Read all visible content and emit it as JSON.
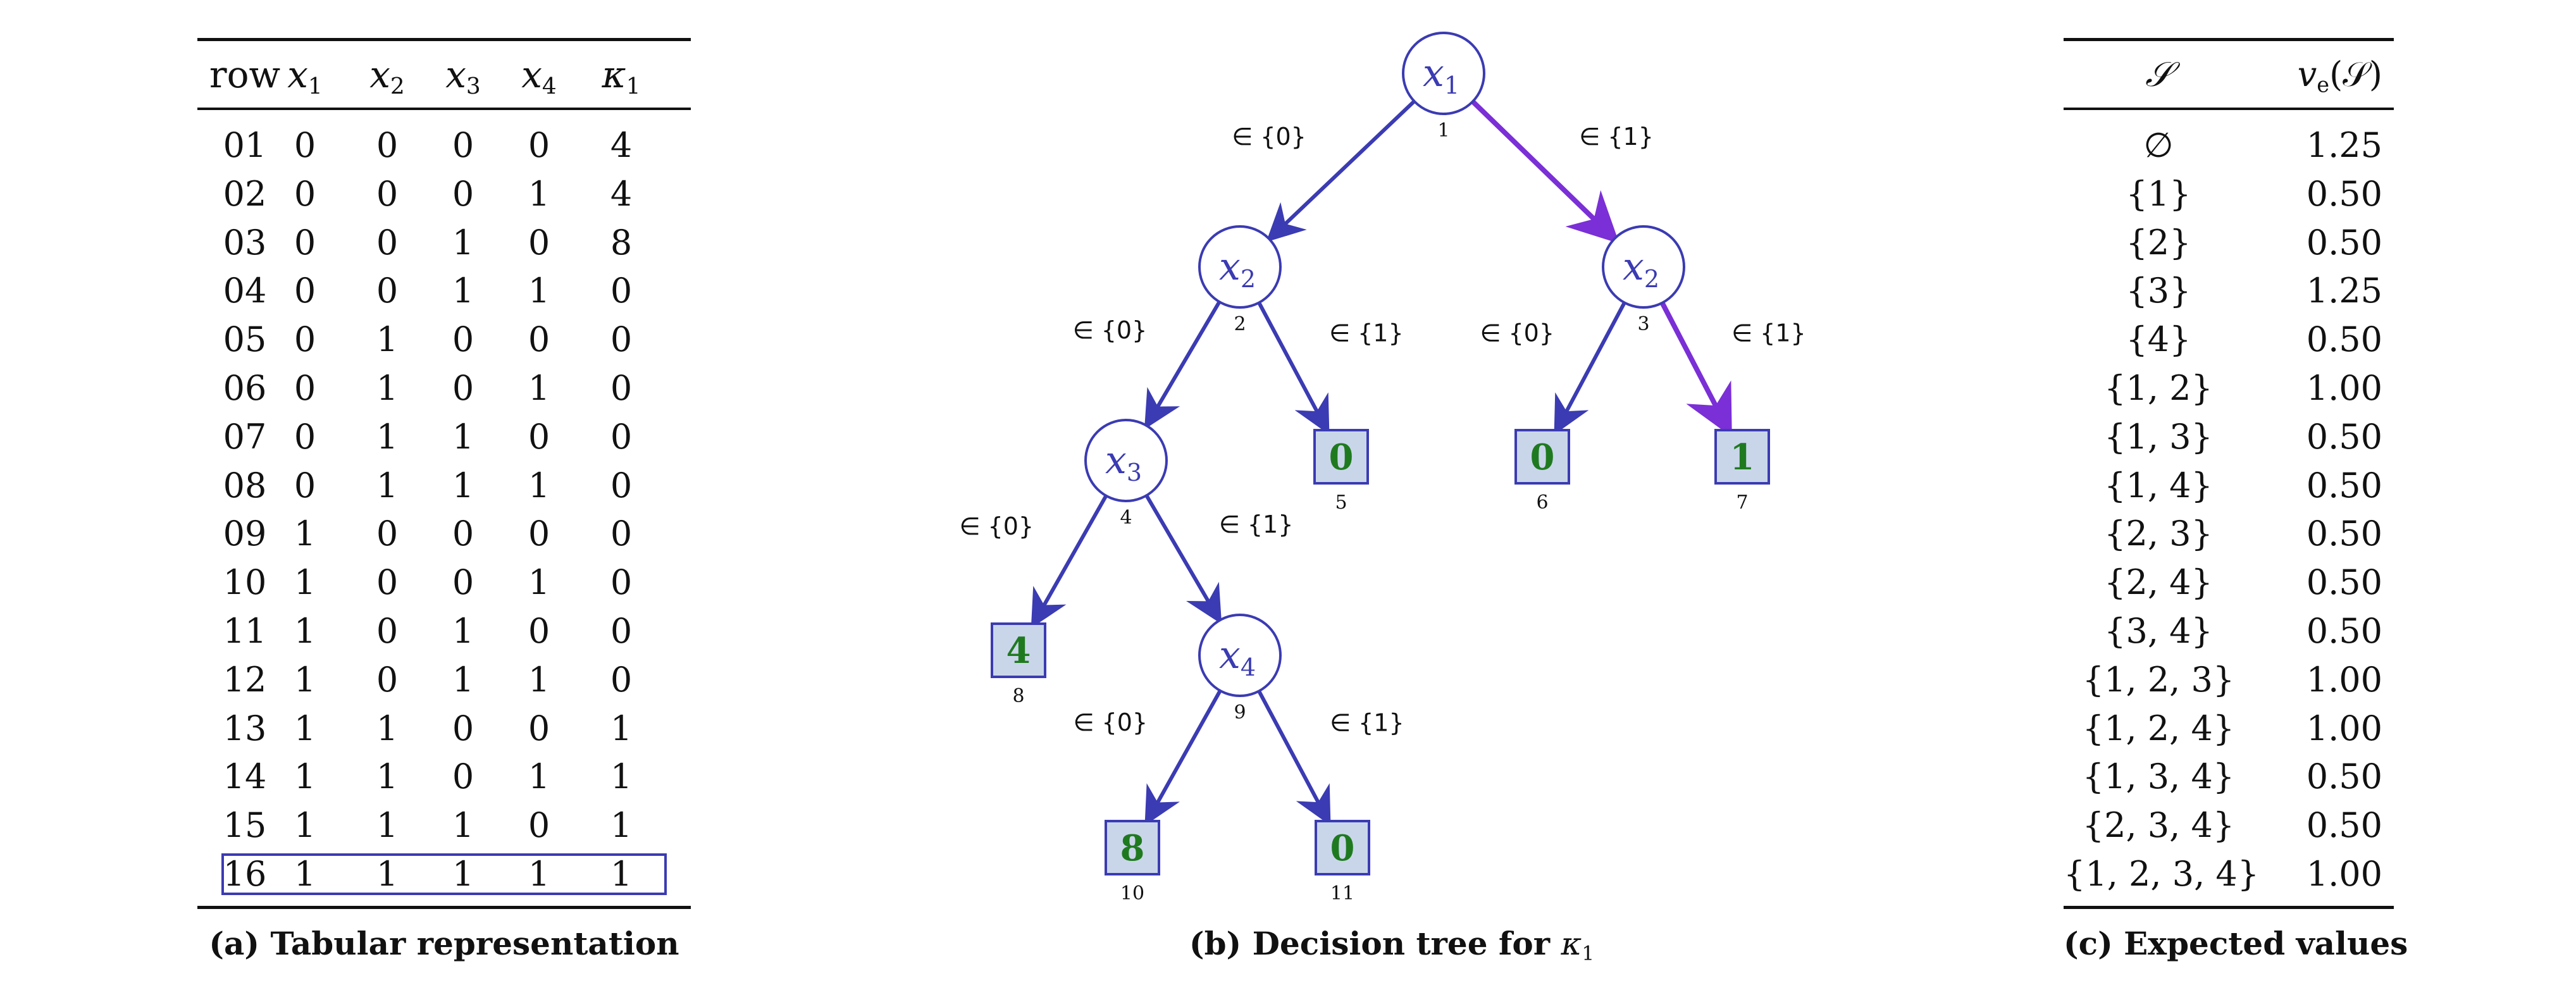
{
  "panel_a": {
    "caption": "(a) Tabular representation",
    "headers": [
      {
        "base": "row",
        "sub": ""
      },
      {
        "base": "x",
        "sub": "1"
      },
      {
        "base": "x",
        "sub": "2"
      },
      {
        "base": "x",
        "sub": "3"
      },
      {
        "base": "x",
        "sub": "4"
      },
      {
        "base": "κ",
        "sub": "1"
      }
    ],
    "rows": [
      [
        "01",
        "0",
        "0",
        "0",
        "0",
        "4"
      ],
      [
        "02",
        "0",
        "0",
        "0",
        "1",
        "4"
      ],
      [
        "03",
        "0",
        "0",
        "1",
        "0",
        "8"
      ],
      [
        "04",
        "0",
        "0",
        "1",
        "1",
        "0"
      ],
      [
        "05",
        "0",
        "1",
        "0",
        "0",
        "0"
      ],
      [
        "06",
        "0",
        "1",
        "0",
        "1",
        "0"
      ],
      [
        "07",
        "0",
        "1",
        "1",
        "0",
        "0"
      ],
      [
        "08",
        "0",
        "1",
        "1",
        "1",
        "0"
      ],
      [
        "09",
        "1",
        "0",
        "0",
        "0",
        "0"
      ],
      [
        "10",
        "1",
        "0",
        "0",
        "1",
        "0"
      ],
      [
        "11",
        "1",
        "0",
        "1",
        "0",
        "0"
      ],
      [
        "12",
        "1",
        "0",
        "1",
        "1",
        "0"
      ],
      [
        "13",
        "1",
        "1",
        "0",
        "0",
        "1"
      ],
      [
        "14",
        "1",
        "1",
        "0",
        "1",
        "1"
      ],
      [
        "15",
        "1",
        "1",
        "1",
        "0",
        "1"
      ],
      [
        "16",
        "1",
        "1",
        "1",
        "1",
        "1"
      ]
    ],
    "highlight_row": "16"
  },
  "panel_b": {
    "caption_prefix": "(b) Decision tree for",
    "caption_var": "κ",
    "caption_sub": "1",
    "nodes": [
      {
        "id": "1",
        "kind": "decision",
        "var": "x",
        "sub": "1"
      },
      {
        "id": "2",
        "kind": "decision",
        "var": "x",
        "sub": "2"
      },
      {
        "id": "3",
        "kind": "decision",
        "var": "x",
        "sub": "2"
      },
      {
        "id": "4",
        "kind": "decision",
        "var": "x",
        "sub": "3"
      },
      {
        "id": "5",
        "kind": "leaf",
        "value": "0"
      },
      {
        "id": "6",
        "kind": "leaf",
        "value": "0"
      },
      {
        "id": "7",
        "kind": "leaf",
        "value": "1"
      },
      {
        "id": "8",
        "kind": "leaf",
        "value": "4"
      },
      {
        "id": "9",
        "kind": "decision",
        "var": "x",
        "sub": "4"
      },
      {
        "id": "10",
        "kind": "leaf",
        "value": "8"
      },
      {
        "id": "11",
        "kind": "leaf",
        "value": "0"
      }
    ],
    "edges": [
      {
        "from": "1",
        "to": "2",
        "label": "∈ {0}",
        "highlight": false
      },
      {
        "from": "1",
        "to": "3",
        "label": "∈ {1}",
        "highlight": true
      },
      {
        "from": "2",
        "to": "4",
        "label": "∈ {0}",
        "highlight": false
      },
      {
        "from": "2",
        "to": "5",
        "label": "∈ {1}",
        "highlight": false
      },
      {
        "from": "3",
        "to": "6",
        "label": "∈ {0}",
        "highlight": false
      },
      {
        "from": "3",
        "to": "7",
        "label": "∈ {1}",
        "highlight": true
      },
      {
        "from": "4",
        "to": "8",
        "label": "∈ {0}",
        "highlight": false
      },
      {
        "from": "4",
        "to": "9",
        "label": "∈ {1}",
        "highlight": false
      },
      {
        "from": "9",
        "to": "10",
        "label": "∈ {0}",
        "highlight": false
      },
      {
        "from": "9",
        "to": "11",
        "label": "∈ {1}",
        "highlight": false
      }
    ],
    "colors": {
      "edge": "#3b3bb3",
      "edge_highlight": "#7b2fd6",
      "node_stroke": "#3b3bb3",
      "leaf_fill": "#c9d6ea",
      "leaf_text": "#1f7a1f"
    }
  },
  "panel_c": {
    "caption": "(c) Expected values",
    "header_set": "𝒮",
    "header_val_base": "v",
    "header_val_sub": "e",
    "header_val_arg": "(𝒮)",
    "rows": [
      {
        "set": "∅",
        "value": "1.25"
      },
      {
        "set": "{1}",
        "value": "0.50"
      },
      {
        "set": "{2}",
        "value": "0.50"
      },
      {
        "set": "{3}",
        "value": "1.25"
      },
      {
        "set": "{4}",
        "value": "0.50"
      },
      {
        "set": "{1, 2}",
        "value": "1.00"
      },
      {
        "set": "{1, 3}",
        "value": "0.50"
      },
      {
        "set": "{1, 4}",
        "value": "0.50"
      },
      {
        "set": "{2, 3}",
        "value": "0.50"
      },
      {
        "set": "{2, 4}",
        "value": "0.50"
      },
      {
        "set": "{3, 4}",
        "value": "0.50"
      },
      {
        "set": "{1, 2, 3}",
        "value": "1.00"
      },
      {
        "set": "{1, 2, 4}",
        "value": "1.00"
      },
      {
        "set": "{1, 3, 4}",
        "value": "0.50"
      },
      {
        "set": "{2, 3, 4}",
        "value": "0.50"
      },
      {
        "set": "{1, 2, 3, 4}",
        "value": "1.00"
      }
    ]
  }
}
